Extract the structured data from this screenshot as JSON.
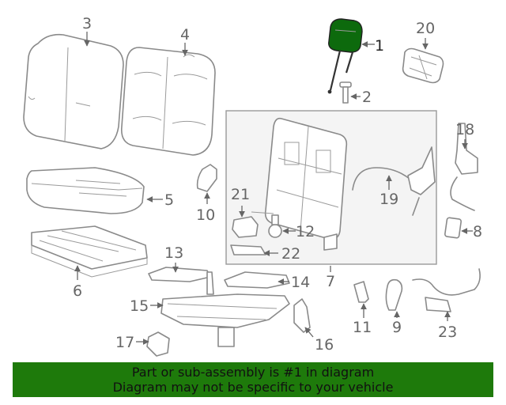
{
  "callouts": {
    "c1": "1",
    "c2": "2",
    "c3": "3",
    "c4": "4",
    "c5": "5",
    "c6": "6",
    "c7": "7",
    "c8": "8",
    "c9": "9",
    "c10": "10",
    "c11": "11",
    "c12": "12",
    "c13": "13",
    "c14": "14",
    "c15": "15",
    "c16": "16",
    "c17": "17",
    "c18": "18",
    "c19": "19",
    "c20": "20",
    "c21": "21",
    "c22": "22",
    "c23": "23"
  },
  "highlight_color": "#0d6a0d",
  "banner": {
    "line1": "Part or sub-assembly is #1 in diagram",
    "line2": "Diagram may not be specific to your vehicle",
    "background": "#1e7a0b"
  }
}
